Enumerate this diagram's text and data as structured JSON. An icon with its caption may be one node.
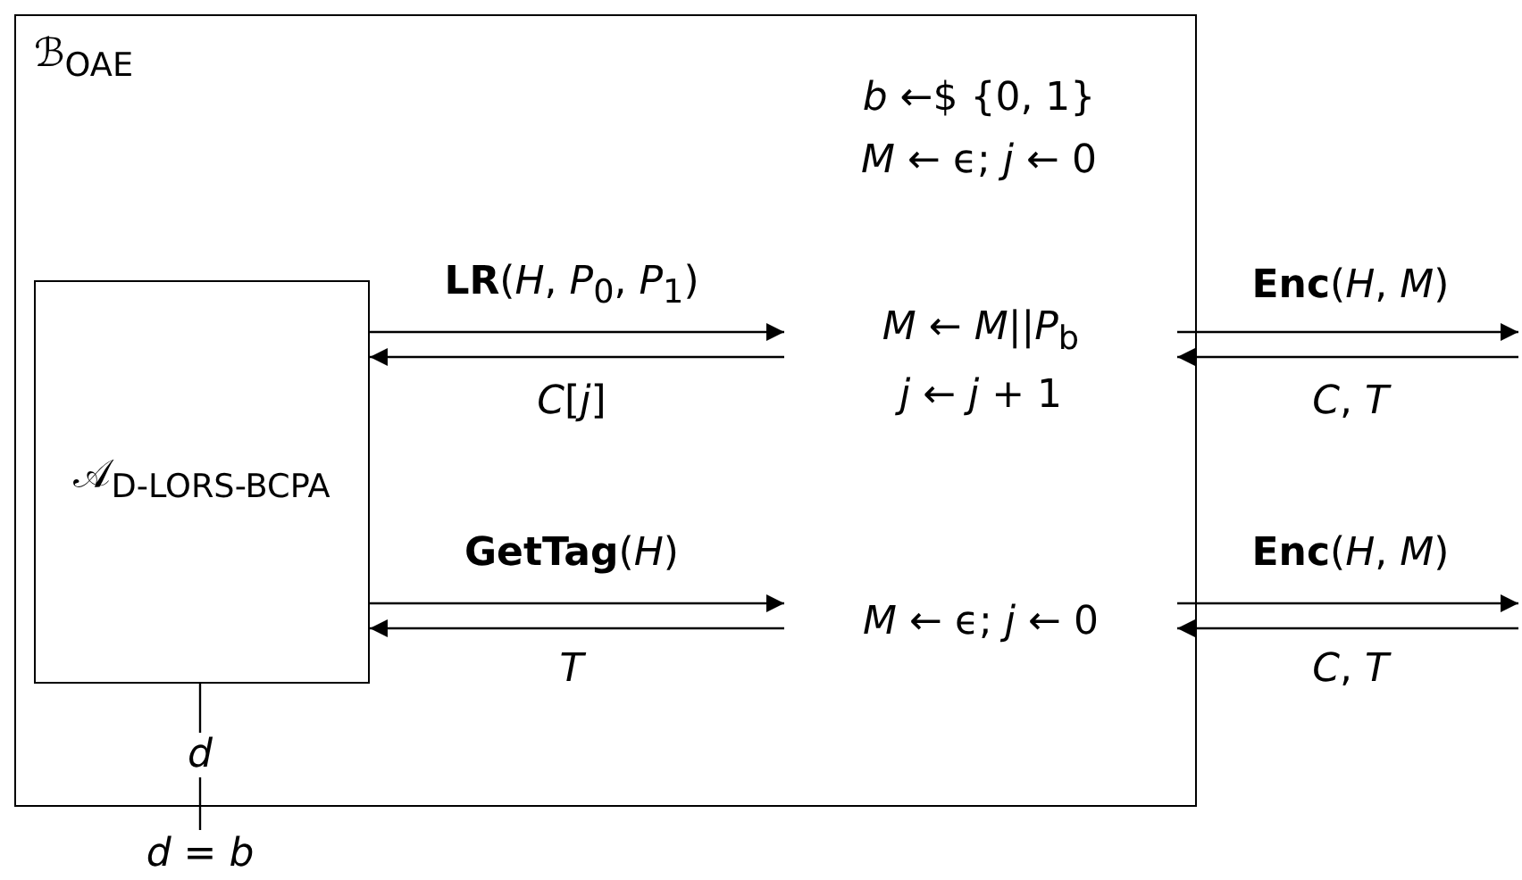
{
  "diagram": {
    "nodes": [
      {
        "text": [
          "ℬ$_{OAE}$"
        ]
      },
      {
        "text": [
          "𝒜$_{D-LORS-BCPA}$"
        ],
        "in": 0
      },
      {
        "text": [
          "*M* ← *M*||*P*$_{b}$",
          "*j* ← *j* + 1"
        ],
        "in": 0
      },
      {
        "text": [
          "*M* ← ϵ; *j* ← 0"
        ],
        "in": 0
      },
      {
        "text": [
          "*d* = *b*"
        ]
      }
    ],
    "edges": [
      {
        "from": 1,
        "to": 2,
        "arrow": "to",
        "label": "**LR**(*H*, *P*$_{0}$, *P*$_{1}$)"
      },
      {
        "from": 2,
        "to": 1,
        "arrow": "to",
        "label": "*C*[*j*]"
      },
      {
        "from": 2,
        "to": null,
        "arrow": "to",
        "label": "**Enc**(*H*, *M*)"
      },
      {
        "from": null,
        "to": 2,
        "arrow": "to",
        "label": "*C*, *T*"
      },
      {
        "from": 1,
        "to": 3,
        "arrow": "to",
        "label": "**GetTag**(*H*)"
      },
      {
        "from": 3,
        "to": 1,
        "arrow": "to",
        "label": "*T*"
      },
      {
        "from": 3,
        "to": null,
        "arrow": "to",
        "label": "**Enc**(*H*, *M*)"
      },
      {
        "from": null,
        "to": 3,
        "arrow": "to",
        "label": "*C*, *T*"
      },
      {
        "from": 1,
        "to": 4,
        "arrow": "none",
        "label": "*d*"
      }
    ],
    "labels": [
      "*b* ←$ {0, 1}",
      "*M* ← ϵ; *j* ← 0"
    ]
  }
}
